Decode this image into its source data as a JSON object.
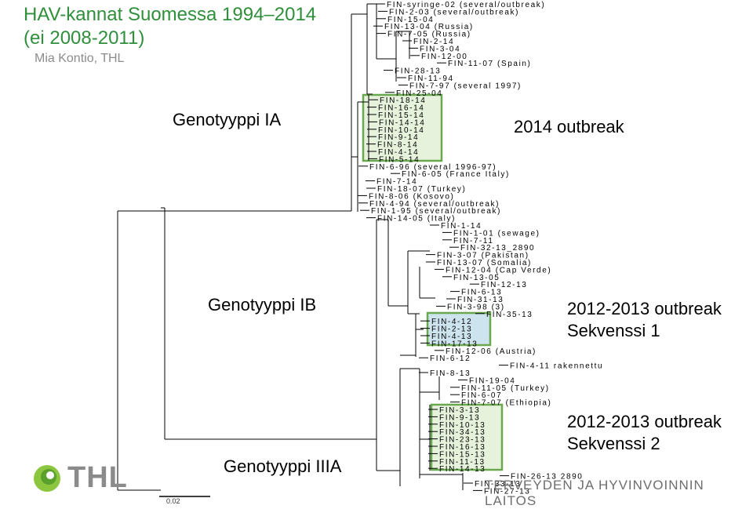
{
  "header": {
    "title_line1": "HAV-kannat Suomessa 1994–2014",
    "title_line2": "(ei 2008-2011)",
    "author": "Mia Kontio, THL"
  },
  "genotypes": {
    "ia": "Genotyyppi IA",
    "ib": "Genotyyppi IB",
    "iiia": "Genotyyppi IIIA"
  },
  "outbreaks": {
    "o2014": "2014 outbreak",
    "o2012_1_line1": "2012-2013 outbreak",
    "o2012_1_line2": "Sekvenssi 1",
    "o2012_2_line1": "2012-2013 outbreak",
    "o2012_2_line2": "Sekvenssi 2"
  },
  "footer": {
    "logo": "THL",
    "institute": "TERVEYDEN JA HYVINVOINNIN LAITOS",
    "scale": "0.02"
  },
  "colors": {
    "title": "#2f8f3a",
    "highlight_green": "#e6f2dc",
    "highlight_green_border": "#6aa84f",
    "highlight_blue": "#cde4ef",
    "highlight_blue_border": "#6aa84f"
  },
  "leaves": [
    "FIN-syringe-02 (several/outbreak)",
    "FIN-2-03 (several/outbreak)",
    "FIN-15-04",
    "FIN-13-04 (Russia)",
    "FIN-7-05 (Russia)",
    "FIN-2-14",
    "FIN-3-04",
    "FIN-12-00",
    "FIN-11-07 (Spain)",
    "FIN-28-13",
    "FIN-11-94",
    "FIN-7-97 (several 1997)",
    "FIN-25-04",
    "FIN-18-14",
    "FIN-16-14",
    "FIN-15-14",
    "FIN-14-14",
    "FIN-10-14",
    "FIN-9-14",
    "FIN-8-14",
    "FIN-4-14",
    "FIN-5-14",
    "FIN-6-96 (several 1996-97)",
    "FIN-6-05 (France Italy)",
    "FIN-7-14",
    "FIN-18-07 (Turkey)",
    "FIN-8-06 (Kosovo)",
    "FIN-4-94 (several/outbreak)",
    "FIN-1-95 (several/outbreak)",
    "FIN-14-05 (Italy)",
    "FIN-1-14",
    "FIN-1-01 (sewage)",
    "FIN-7-11",
    "FIN-32-13_2890",
    "FIN-3-07 (Pakistan)",
    "FIN-13-07 (Somalia)",
    "FIN-12-04 (Cap Verde)",
    "FIN-13-05",
    "FIN-12-13",
    "FIN-6-13",
    "FIN-31-13",
    "FIN-3-98 (3)",
    "FIN-35-13",
    "FIN-4-12",
    "FIN-2-13",
    "FIN-4-13",
    "FIN-17-13",
    "FIN-12-06 (Austria)",
    "FIN-6-12",
    "FIN-4-11 rakennettu",
    "FIN-8-13",
    "FIN-19-04",
    "FIN-11-05 (Turkey)",
    "FIN-6-07",
    "FIN-7-07 (Ethiopia)",
    "FIN-3-13",
    "FIN-9-13",
    "FIN-10-13",
    "FIN-34-13",
    "FIN-23-13",
    "FIN-16-13",
    "FIN-15-13",
    "FIN-11-13",
    "FIN-14-13",
    "FIN-26-13 2890",
    "FIN-33-13",
    "FIN-27-13"
  ]
}
